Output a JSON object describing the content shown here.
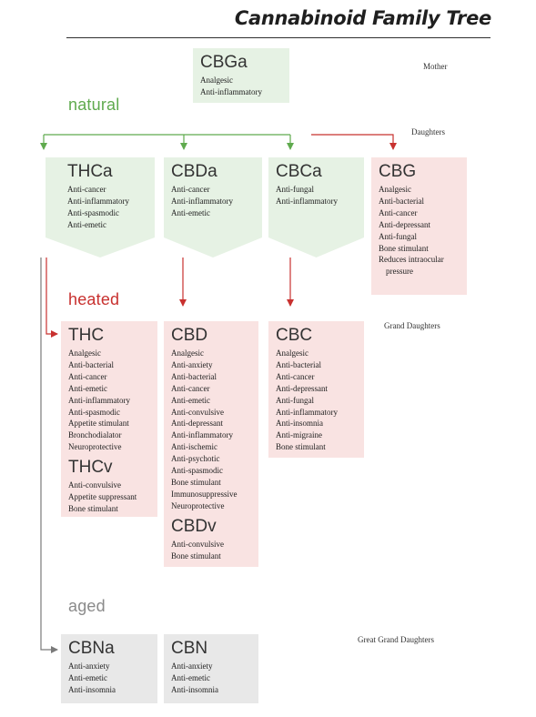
{
  "title": "Cannabinoid Family Tree",
  "relations": {
    "mother": "Mother",
    "daughters": "Daughters",
    "grand_daughters": "Grand Daughters",
    "great_grand_daughters": "Great Grand Daughters"
  },
  "generations": {
    "natural": "natural",
    "heated": "heated",
    "aged": "aged"
  },
  "colors": {
    "natural": "#5faa4e",
    "heated": "#c8312f",
    "aged": "#8a8a8a",
    "natural_box": "#e6f2e4",
    "heated_box": "#f9e3e2",
    "aged_box": "#e8e8e8"
  },
  "compounds": {
    "cbga": {
      "name": "CBGa",
      "props": [
        "Analgesic",
        "Anti-inflammatory"
      ]
    },
    "thca": {
      "name": "THCa",
      "props": [
        "Anti-cancer",
        "Anti-inflammatory",
        "Anti-spasmodic",
        "Anti-emetic"
      ]
    },
    "cbda": {
      "name": "CBDa",
      "props": [
        "Anti-cancer",
        "Anti-inflammatory",
        "Anti-emetic"
      ]
    },
    "cbca": {
      "name": "CBCa",
      "props": [
        "Anti-fungal",
        "Anti-inflammatory"
      ]
    },
    "cbg": {
      "name": "CBG",
      "props": [
        "Analgesic",
        "Anti-bacterial",
        "Anti-cancer",
        "Anti-depressant",
        "Anti-fungal",
        "Bone stimulant",
        "Reduces intraocular pressure"
      ]
    },
    "thc": {
      "name": "THC",
      "props": [
        "Analgesic",
        "Anti-bacterial",
        "Anti-cancer",
        "Anti-emetic",
        "Anti-inflammatory",
        "Anti-spasmodic",
        "Appetite stimulant",
        "Bronchodialator",
        "Neuroprotective"
      ]
    },
    "thcv": {
      "name": "THCv",
      "props": [
        "Anti-convulsive",
        "Appetite suppressant",
        "Bone stimulant"
      ]
    },
    "cbd": {
      "name": "CBD",
      "props": [
        "Analgesic",
        "Anti-anxiety",
        "Anti-bacterial",
        "Anti-cancer",
        "Anti-emetic",
        "Anti-convulsive",
        "Anti-depressant",
        "Anti-inflammatory",
        "Anti-ischemic",
        "Anti-psychotic",
        "Anti-spasmodic",
        "Bone stimulant",
        "Immunosuppressive",
        "Neuroprotective"
      ]
    },
    "cbdv": {
      "name": "CBDv",
      "props": [
        "Anti-convulsive",
        "Bone stimulant"
      ]
    },
    "cbc": {
      "name": "CBC",
      "props": [
        "Analgesic",
        "Anti-bacterial",
        "Anti-cancer",
        "Anti-depressant",
        "Anti-fungal",
        "Anti-inflammatory",
        "Anti-insomnia",
        "Anti-migraine",
        "Bone stimulant"
      ]
    },
    "cbna": {
      "name": "CBNa",
      "props": [
        "Anti-anxiety",
        "Anti-emetic",
        "Anti-insomnia"
      ]
    },
    "cbn": {
      "name": "CBN",
      "props": [
        "Anti-anxiety",
        "Anti-emetic",
        "Anti-insomnia"
      ]
    }
  }
}
